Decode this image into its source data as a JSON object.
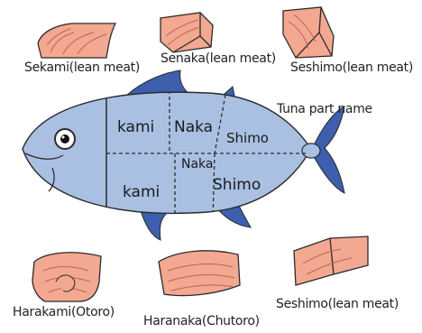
{
  "labels": {
    "sekami": "Sekami(lean meat)",
    "senaka": "Senaka(lean meat)",
    "seshimo_top": "Seshimo(lean meat)",
    "tuna_part_name": "Tuna part name",
    "harakami": "Harakami(Otoro)",
    "haranaka": "Haranaka(Chutoro)",
    "seshimo_bottom": "Seshimo(lean meat)"
  },
  "regions": {
    "upper_kami": "kami",
    "upper_naka": "Naka",
    "upper_shimo": "Shimo",
    "lower_kami": "kami",
    "lower_naka": "Naka",
    "lower_shimo": "Shimo"
  },
  "colors": {
    "fish_body": "#a9c0e3",
    "fins": "#3d5fae",
    "outline": "#2b2b2b",
    "meat": "#f3a891",
    "meat_grain": "#c2634b"
  }
}
